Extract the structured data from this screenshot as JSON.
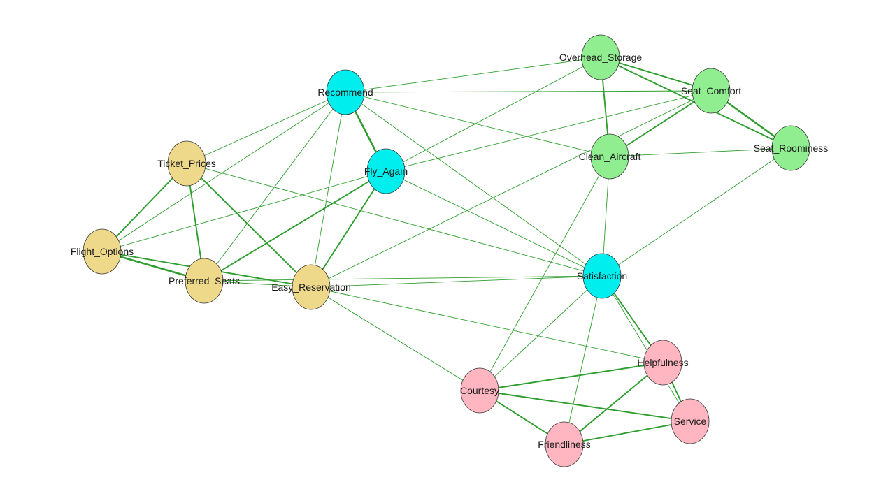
{
  "colors": {
    "background": "#ffffff",
    "edge": "#2e9e2e",
    "node_stroke": "#333333",
    "groups": {
      "airline_outcome": "#00eeee",
      "booking": "#eed98a",
      "aircraft": "#90ee90",
      "staff": "#ffb6c1"
    }
  },
  "nodes": [
    {
      "id": "Recommend",
      "label": "Recommend",
      "group": "airline_outcome"
    },
    {
      "id": "Fly_Again",
      "label": "Fly_Again",
      "group": "airline_outcome"
    },
    {
      "id": "Satisfaction",
      "label": "Satisfaction",
      "group": "airline_outcome"
    },
    {
      "id": "Ticket_Prices",
      "label": "Ticket_Prices",
      "group": "booking"
    },
    {
      "id": "Flight_Options",
      "label": "Flight_Options",
      "group": "booking"
    },
    {
      "id": "Preferred_Seats",
      "label": "Preferred_Seats",
      "group": "booking"
    },
    {
      "id": "Easy_Reservation",
      "label": "Easy_Reservation",
      "group": "booking"
    },
    {
      "id": "Overhead_Storage",
      "label": "Overhead_Storage",
      "group": "aircraft"
    },
    {
      "id": "Seat_Comfort",
      "label": "Seat_Comfort",
      "group": "aircraft"
    },
    {
      "id": "Seat_Roominess",
      "label": "Seat_Roominess",
      "group": "aircraft"
    },
    {
      "id": "Clean_Aircraft",
      "label": "Clean_Aircraft",
      "group": "aircraft"
    },
    {
      "id": "Helpfulness",
      "label": "Helpfulness",
      "group": "staff"
    },
    {
      "id": "Courtesy",
      "label": "Courtesy",
      "group": "staff"
    },
    {
      "id": "Service",
      "label": "Service",
      "group": "staff"
    },
    {
      "id": "Friendliness",
      "label": "Friendliness",
      "group": "staff"
    }
  ],
  "edges": [
    {
      "source": "Recommend",
      "target": "Fly_Again",
      "weight": "strong"
    },
    {
      "source": "Recommend",
      "target": "Overhead_Storage",
      "weight": "weak"
    },
    {
      "source": "Recommend",
      "target": "Seat_Comfort",
      "weight": "weak"
    },
    {
      "source": "Recommend",
      "target": "Clean_Aircraft",
      "weight": "weak"
    },
    {
      "source": "Recommend",
      "target": "Satisfaction",
      "weight": "weak"
    },
    {
      "source": "Recommend",
      "target": "Ticket_Prices",
      "weight": "weak"
    },
    {
      "source": "Recommend",
      "target": "Flight_Options",
      "weight": "weak"
    },
    {
      "source": "Recommend",
      "target": "Preferred_Seats",
      "weight": "weak"
    },
    {
      "source": "Recommend",
      "target": "Easy_Reservation",
      "weight": "weak"
    },
    {
      "source": "Fly_Again",
      "target": "Overhead_Storage",
      "weight": "weak"
    },
    {
      "source": "Fly_Again",
      "target": "Seat_Comfort",
      "weight": "weak"
    },
    {
      "source": "Fly_Again",
      "target": "Satisfaction",
      "weight": "weak"
    },
    {
      "source": "Fly_Again",
      "target": "Flight_Options",
      "weight": "weak"
    },
    {
      "source": "Fly_Again",
      "target": "Preferred_Seats",
      "weight": "medium"
    },
    {
      "source": "Fly_Again",
      "target": "Easy_Reservation",
      "weight": "medium"
    },
    {
      "source": "Ticket_Prices",
      "target": "Flight_Options",
      "weight": "medium"
    },
    {
      "source": "Ticket_Prices",
      "target": "Preferred_Seats",
      "weight": "medium"
    },
    {
      "source": "Ticket_Prices",
      "target": "Easy_Reservation",
      "weight": "medium"
    },
    {
      "source": "Ticket_Prices",
      "target": "Satisfaction",
      "weight": "weak"
    },
    {
      "source": "Flight_Options",
      "target": "Preferred_Seats",
      "weight": "strong"
    },
    {
      "source": "Flight_Options",
      "target": "Easy_Reservation",
      "weight": "medium"
    },
    {
      "source": "Preferred_Seats",
      "target": "Easy_Reservation",
      "weight": "weak"
    },
    {
      "source": "Preferred_Seats",
      "target": "Satisfaction",
      "weight": "weak"
    },
    {
      "source": "Easy_Reservation",
      "target": "Satisfaction",
      "weight": "weak"
    },
    {
      "source": "Easy_Reservation",
      "target": "Courtesy",
      "weight": "weak"
    },
    {
      "source": "Easy_Reservation",
      "target": "Helpfulness",
      "weight": "weak"
    },
    {
      "source": "Easy_Reservation",
      "target": "Seat_Comfort",
      "weight": "weak"
    },
    {
      "source": "Overhead_Storage",
      "target": "Seat_Comfort",
      "weight": "medium"
    },
    {
      "source": "Overhead_Storage",
      "target": "Seat_Roominess",
      "weight": "medium"
    },
    {
      "source": "Overhead_Storage",
      "target": "Clean_Aircraft",
      "weight": "medium"
    },
    {
      "source": "Seat_Comfort",
      "target": "Seat_Roominess",
      "weight": "strong"
    },
    {
      "source": "Seat_Comfort",
      "target": "Clean_Aircraft",
      "weight": "medium"
    },
    {
      "source": "Clean_Aircraft",
      "target": "Seat_Roominess",
      "weight": "weak"
    },
    {
      "source": "Clean_Aircraft",
      "target": "Satisfaction",
      "weight": "weak"
    },
    {
      "source": "Clean_Aircraft",
      "target": "Courtesy",
      "weight": "weak"
    },
    {
      "source": "Seat_Roominess",
      "target": "Satisfaction",
      "weight": "weak"
    },
    {
      "source": "Satisfaction",
      "target": "Helpfulness",
      "weight": "medium"
    },
    {
      "source": "Satisfaction",
      "target": "Service",
      "weight": "weak"
    },
    {
      "source": "Satisfaction",
      "target": "Courtesy",
      "weight": "weak"
    },
    {
      "source": "Satisfaction",
      "target": "Friendliness",
      "weight": "weak"
    },
    {
      "source": "Courtesy",
      "target": "Helpfulness",
      "weight": "medium"
    },
    {
      "source": "Courtesy",
      "target": "Service",
      "weight": "medium"
    },
    {
      "source": "Courtesy",
      "target": "Friendliness",
      "weight": "medium"
    },
    {
      "source": "Helpfulness",
      "target": "Service",
      "weight": "medium"
    },
    {
      "source": "Helpfulness",
      "target": "Friendliness",
      "weight": "medium"
    },
    {
      "source": "Friendliness",
      "target": "Service",
      "weight": "medium"
    }
  ]
}
